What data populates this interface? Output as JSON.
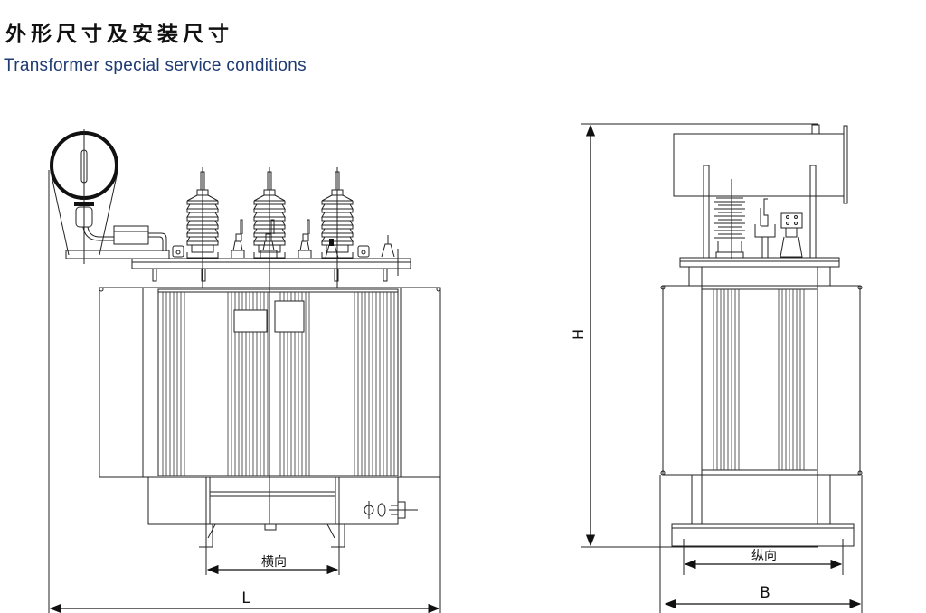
{
  "header": {
    "title": "外形尺寸及安装尺寸",
    "subtitle": "Transformer special service conditions"
  },
  "drawing": {
    "front_view": {
      "transverse_label": "横向",
      "length_label": "L"
    },
    "side_view": {
      "height_label": "H",
      "longitudinal_label": "纵向",
      "width_label": "B"
    }
  },
  "colors": {
    "subtitle": "#1f3b73",
    "line": "#222222"
  }
}
